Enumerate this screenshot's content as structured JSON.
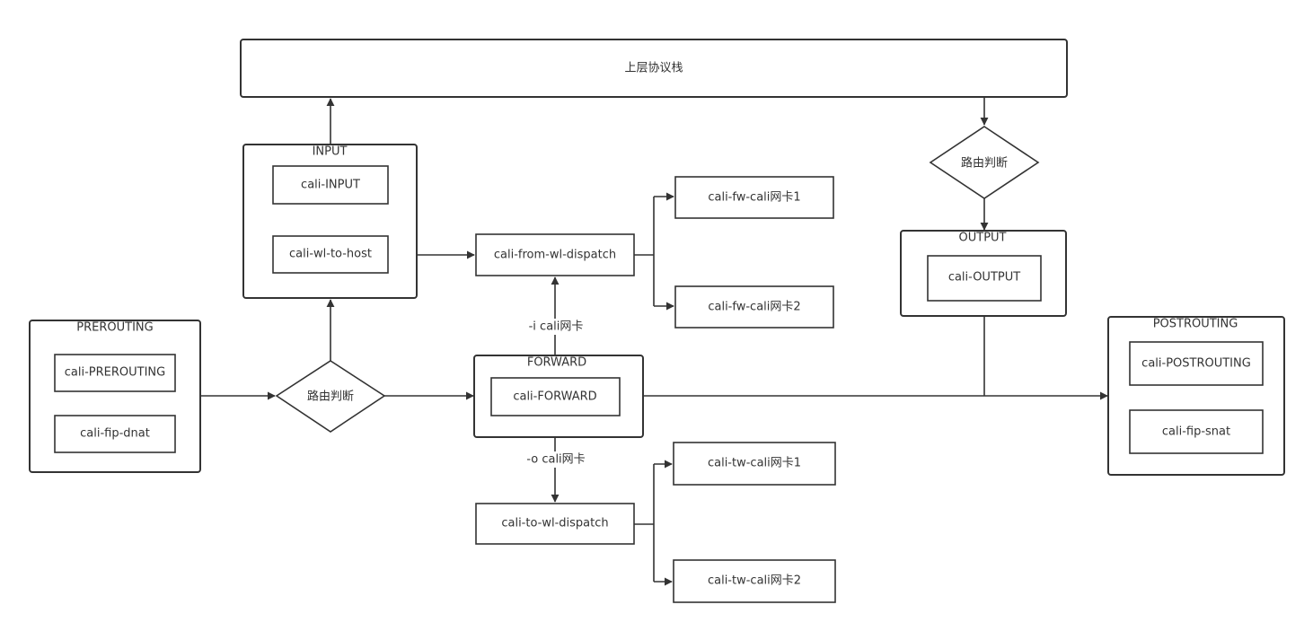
{
  "top_stack": {
    "label": "上层协议栈"
  },
  "chains": {
    "prerouting": {
      "title": "PREROUTING",
      "rules": [
        "cali-PREROUTING",
        "cali-fip-dnat"
      ]
    },
    "input": {
      "title": "INPUT",
      "rules": [
        "cali-INPUT",
        "cali-wl-to-host"
      ]
    },
    "forward": {
      "title": "FORWARD",
      "rules": [
        "cali-FORWARD"
      ]
    },
    "output": {
      "title": "OUTPUT",
      "rules": [
        "cali-OUTPUT"
      ]
    },
    "postrouting": {
      "title": "POSTROUTING",
      "rules": [
        "cali-POSTROUTING",
        "cali-fip-snat"
      ]
    }
  },
  "decisions": {
    "routing_left": "路由判断",
    "routing_right": "路由判断"
  },
  "dispatch": {
    "from_wl": "cali-from-wl-dispatch",
    "to_wl": "cali-to-wl-dispatch"
  },
  "workload_chains": {
    "fw1": "cali-fw-cali网卡1",
    "fw2": "cali-fw-cali网卡2",
    "tw1": "cali-tw-cali网卡1",
    "tw2": "cali-tw-cali网卡2"
  },
  "edge_labels": {
    "in_iface": "-i cali网卡",
    "out_iface": "-o cali网卡"
  }
}
